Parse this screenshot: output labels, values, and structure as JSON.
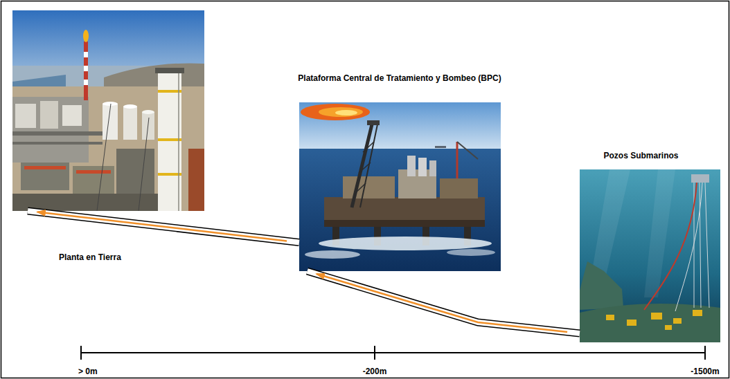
{
  "diagram": {
    "nodes": [
      {
        "text": [
          "Planta en Tierra"
        ]
      },
      {
        "text": [
          "Plataforma Central de Tratamiento y Bombeo (BPC)"
        ]
      },
      {
        "text": [
          "Pozos Submarinos"
        ]
      }
    ],
    "edges": [
      {
        "from": 2,
        "to": 1,
        "arrow": "to"
      },
      {
        "from": 1,
        "to": 0,
        "arrow": "to"
      }
    ],
    "labels": [
      "> 0m",
      "-200m",
      "-1500m"
    ]
  }
}
